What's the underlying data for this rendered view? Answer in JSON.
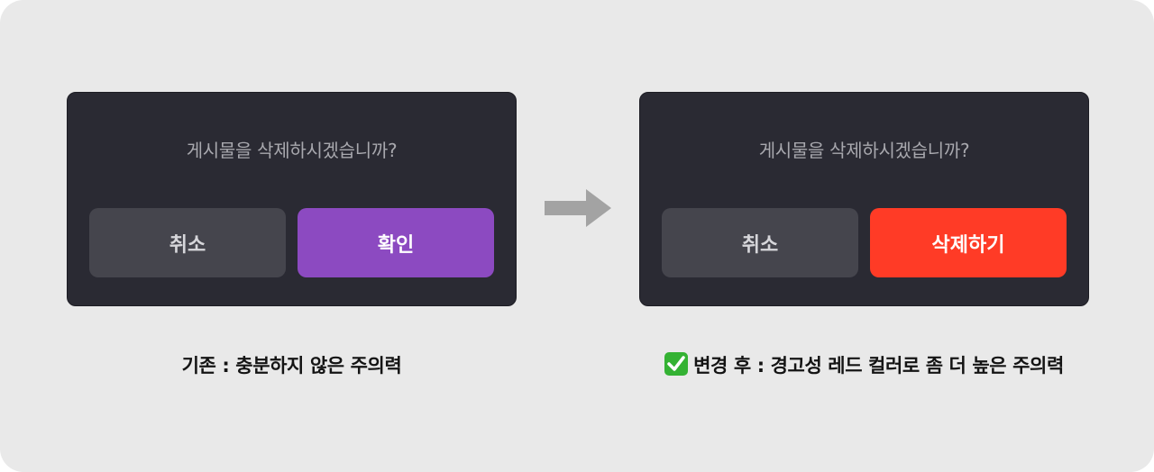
{
  "before": {
    "dialog": {
      "message": "게시물을 삭제하시겠습니까?",
      "cancel_label": "취소",
      "confirm_label": "확인"
    },
    "caption": "기존 : 충분하지 않은 주의력"
  },
  "after": {
    "dialog": {
      "message": "게시물을 삭제하시겠습니까?",
      "cancel_label": "취소",
      "confirm_label": "삭제하기"
    },
    "caption": "변경 후 : 경고성 레드 컬러로 좀 더 높은 주의력"
  },
  "icons": {
    "transition": "arrow-right-icon",
    "caption_badge": "check-mark-icon"
  },
  "colors": {
    "background": "#e9e9e9",
    "dialog": "#2a2a33",
    "cancel_button": "#45454d",
    "confirm_button_before": "#8c4ac1",
    "confirm_button_after": "#ff3b26",
    "arrow": "#a3a3a3",
    "check_badge": "#34b233"
  }
}
